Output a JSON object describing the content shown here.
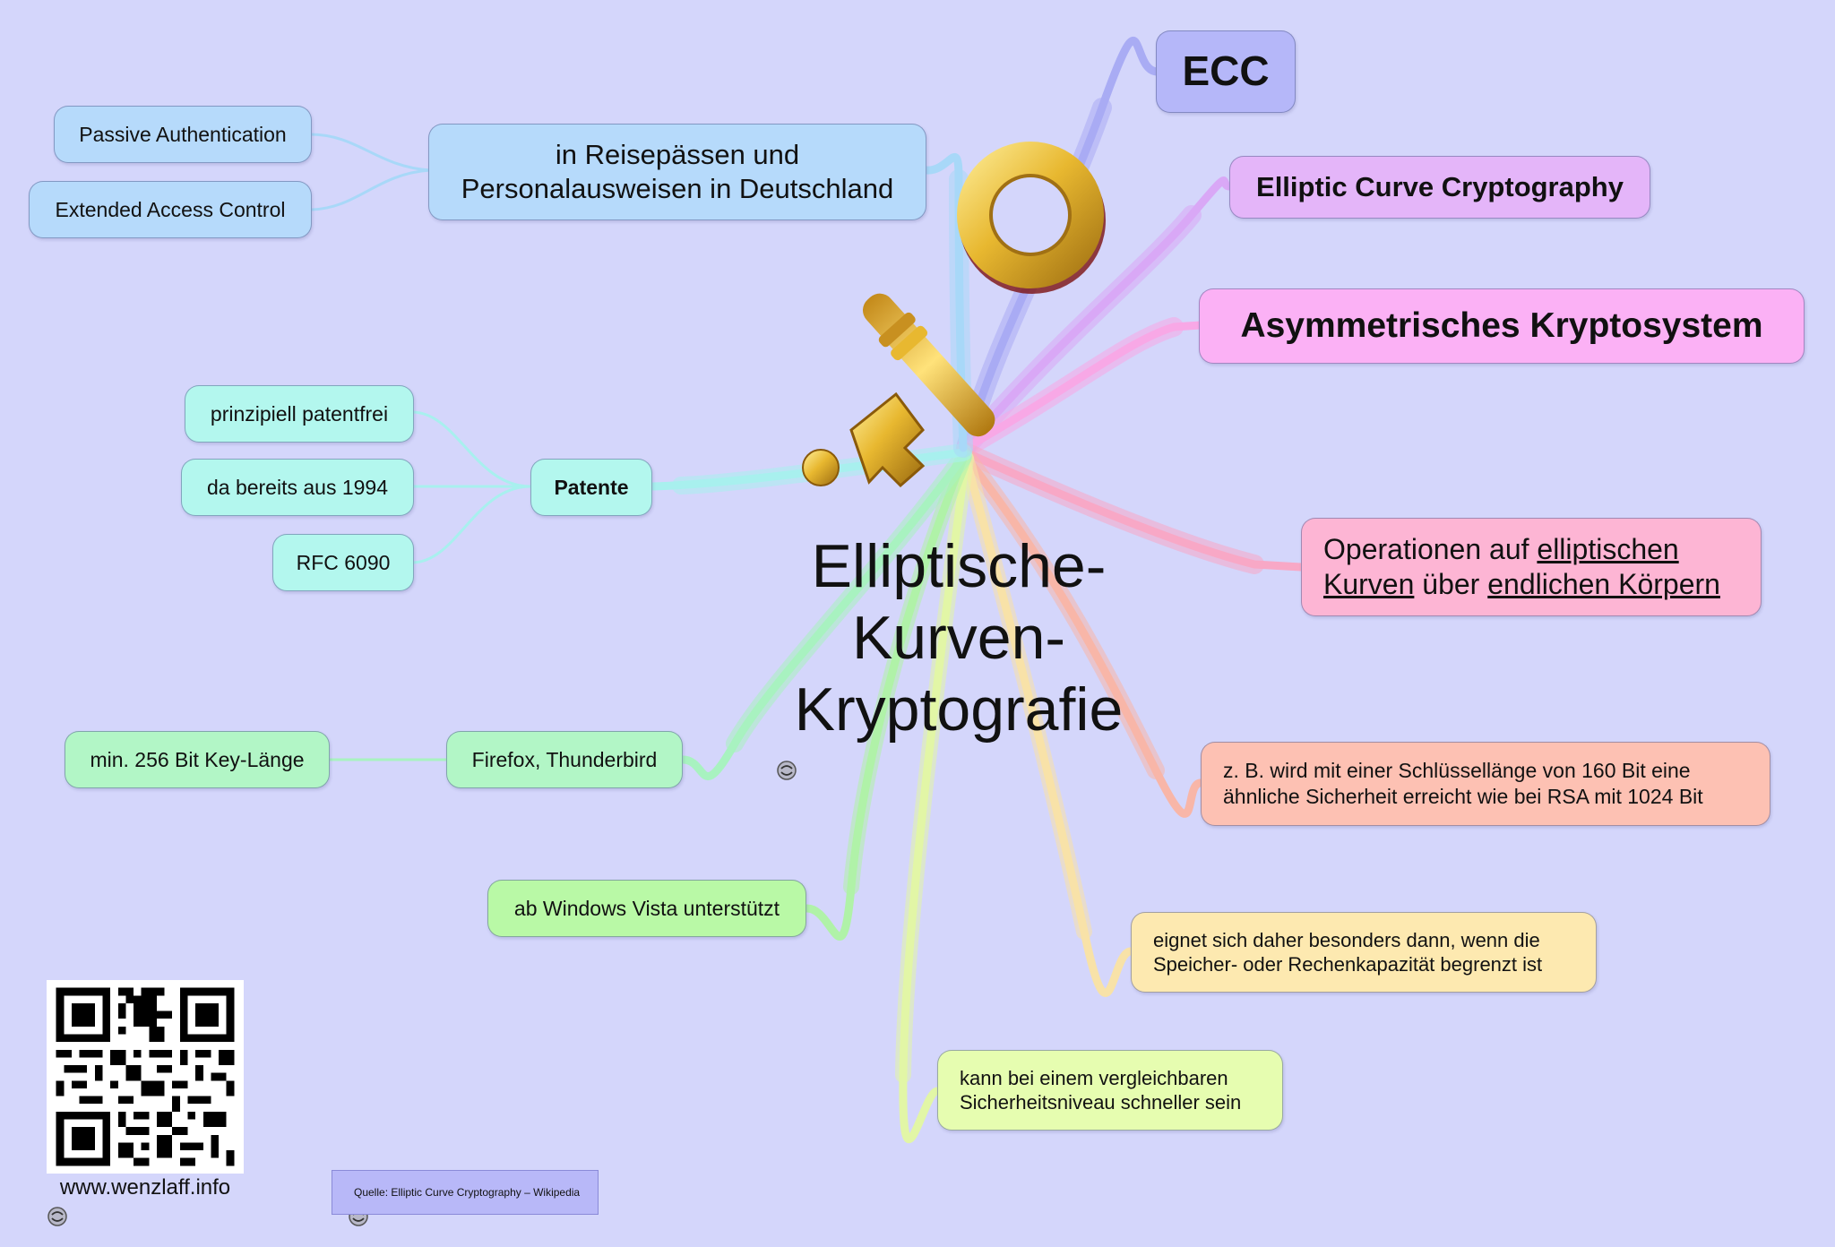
{
  "central": {
    "title_lines": [
      "Elliptische-",
      "Kurven-",
      "Kryptografie"
    ]
  },
  "nodes": {
    "ecc": "ECC",
    "elliptic_curve_cryptography": "Elliptic Curve Cryptography",
    "asym": "Asymmetrisches Kryptosystem",
    "operations": {
      "part1": "Operationen auf ",
      "link1": "elliptischen",
      "link2": "Kurven",
      "part2": " über ",
      "link3": "endlichen Körpern"
    },
    "zb": {
      "line1": "z. B. wird mit einer Schlüssellänge von 160 Bit eine",
      "line2": "ähnliche Sicherheit erreicht wie bei RSA mit 1024 Bit"
    },
    "eignet": {
      "line1": "eignet sich daher besonders dann, wenn die",
      "line2": "Speicher- oder Rechenkapazität begrenzt ist"
    },
    "kann": {
      "line1": "kann bei einem vergleichbaren",
      "line2": "Sicherheitsniveau schneller sein"
    },
    "windows": "ab Windows Vista unterstützt",
    "firefox": "Firefox, Thunderbird",
    "keylen": "min. 256 Bit Key-Länge",
    "patente": "Patente",
    "patentfrei": "prinzipiell patentfrei",
    "since1994": "da bereits aus 1994",
    "rfc": "RFC 6090",
    "reise": {
      "line1": "in Reisepässen und",
      "line2": "Personalausweisen  in Deutschland"
    },
    "passive": "Passive Authentication",
    "eac": "Extended Access Control"
  },
  "footer": {
    "website": "www.wenzlaff.info",
    "source": "Quelle: Elliptic Curve Cryptography – Wikipedia"
  },
  "icons": [
    "golden-key-icon",
    "qr-code-icon",
    "note-link-icon"
  ],
  "colors": {
    "background": "#d4d6fb",
    "branch_violet": "#a9acf4",
    "branch_purple": "#d9a8f6",
    "branch_pink": "#f8a8e6",
    "branch_rose": "#f8a8c6",
    "branch_salmon": "#f8b6a8",
    "branch_yellow": "#f8e2a8",
    "branch_lime": "#e2f6a6",
    "branch_green": "#b0f2a8",
    "branch_mint": "#a8f2c0",
    "branch_cyan": "#a8f0ee",
    "branch_blue": "#a8d8f8",
    "key_gold": "#e8b830"
  }
}
